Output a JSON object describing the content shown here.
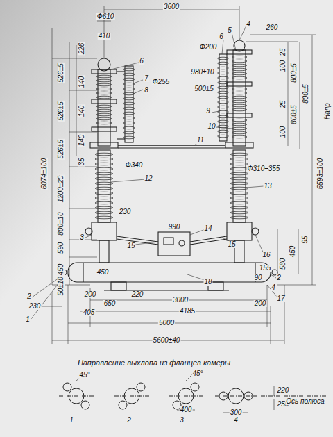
{
  "diagram": {
    "labels": [
      "3600",
      "Ф610",
      "410",
      "226",
      "6",
      "140",
      "7",
      "Ф255",
      "8",
      "140",
      "140",
      "526±5",
      "526±5",
      "526±5",
      "35",
      "1200±20",
      "800±10",
      "590",
      "450",
      "50±10",
      "6074±100",
      "3",
      "12",
      "Ф340",
      "230",
      "990",
      "14",
      "15",
      "15",
      "16",
      "4",
      "5",
      "6",
      "Ф200",
      "260",
      "25",
      "100",
      "800±5",
      "980±10",
      "500±5",
      "9",
      "10",
      "11",
      "25",
      "800±5",
      "100",
      "800±5",
      "Ф310÷355",
      "13",
      "95",
      "450",
      "580",
      "155",
      "2",
      "17",
      "90",
      "4",
      "6593±100",
      "Напр",
      "450",
      "2",
      "200",
      "1",
      "650",
      "220",
      "3000",
      "200",
      "18",
      "230",
      "405",
      "4185",
      "5000",
      "5600±40",
      "Направление выхлопа из фланцев камеры",
      "45°",
      "45°",
      "1",
      "2",
      "3",
      "4",
      "400",
      "300",
      "220",
      "250",
      "Ось полюса"
    ]
  }
}
